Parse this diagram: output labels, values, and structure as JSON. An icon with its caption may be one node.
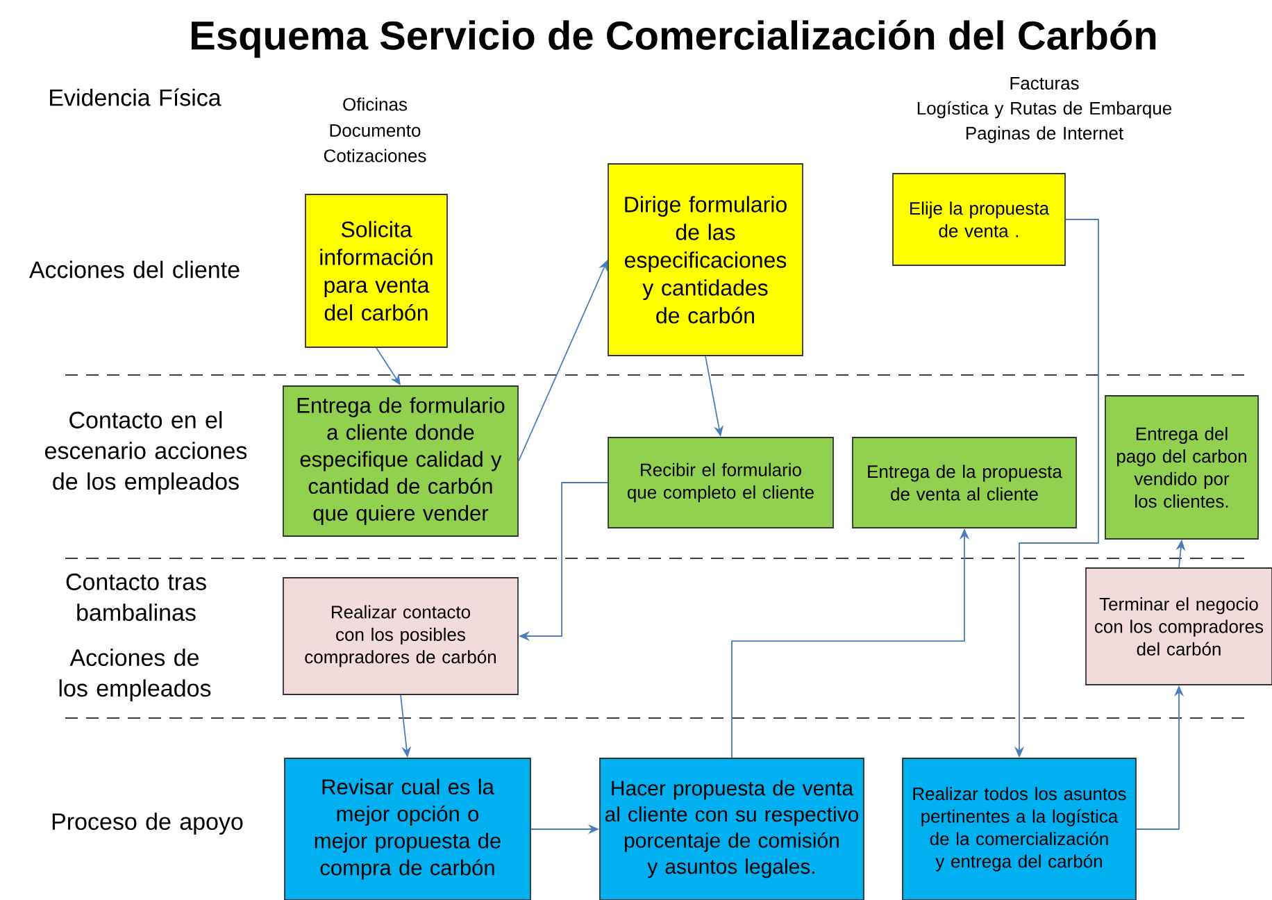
{
  "diagram": {
    "title": "Esquema Servicio de Comercialización del Carbón",
    "nodes": [
      {
        "text": [
          "Solicita información para venta del carbón"
        ]
      },
      {
        "text": [
          "Dirige formulario de las especificaciones y cantidades de carbón"
        ]
      },
      {
        "text": [
          "Elije la propuesta de venta ."
        ]
      },
      {
        "text": [
          "Entrega de formulario a cliente donde especifique calidad y cantidad de carbón que quiere vender"
        ]
      },
      {
        "text": [
          "Recibir el formulario que completo el cliente"
        ]
      },
      {
        "text": [
          "Entrega de la propuesta de venta al cliente"
        ]
      },
      {
        "text": [
          "Entrega del pago del carbon vendido por los clientes."
        ]
      },
      {
        "text": [
          "Realizar contacto con los posibles compradores de carbón"
        ]
      },
      {
        "text": [
          "Terminar el negocio con los compradores del carbón"
        ]
      },
      {
        "text": [
          "Revisar cual es la mejor opción o mejor propuesta de compra de carbón"
        ]
      },
      {
        "text": [
          "Hacer propuesta de venta al cliente con su respectivo porcentaje de comisión y asuntos legales."
        ]
      },
      {
        "text": [
          "Realizar todos los asuntos pertinentes a la logística de la comercialización y entrega del carbón"
        ]
      }
    ],
    "edges": [
      {
        "from": 0,
        "to": 3,
        "arrow": "to"
      },
      {
        "from": 3,
        "to": 1,
        "arrow": "to"
      },
      {
        "from": 1,
        "to": 4,
        "arrow": "to"
      },
      {
        "from": 4,
        "to": 7,
        "arrow": "to"
      },
      {
        "from": 7,
        "to": 9,
        "arrow": "to"
      },
      {
        "from": 9,
        "to": 10,
        "arrow": "to"
      },
      {
        "from": 10,
        "to": 5,
        "arrow": "to"
      },
      {
        "from": 2,
        "to": 11,
        "arrow": "to"
      },
      {
        "from": 11,
        "to": 8,
        "arrow": "to"
      },
      {
        "from": 8,
        "to": 6,
        "arrow": "to"
      }
    ],
    "labels": [
      "Evidencia Física",
      "Oficinas",
      "Documento",
      "Cotizaciones",
      "Facturas",
      "Logística y Rutas de Embarque",
      "Paginas de Internet",
      "Acciones del cliente",
      "Contacto en el escenario acciones de los empleados",
      "Contacto tras bambalinas",
      "Acciones de los empleados",
      "Proceso de apoyo"
    ]
  }
}
